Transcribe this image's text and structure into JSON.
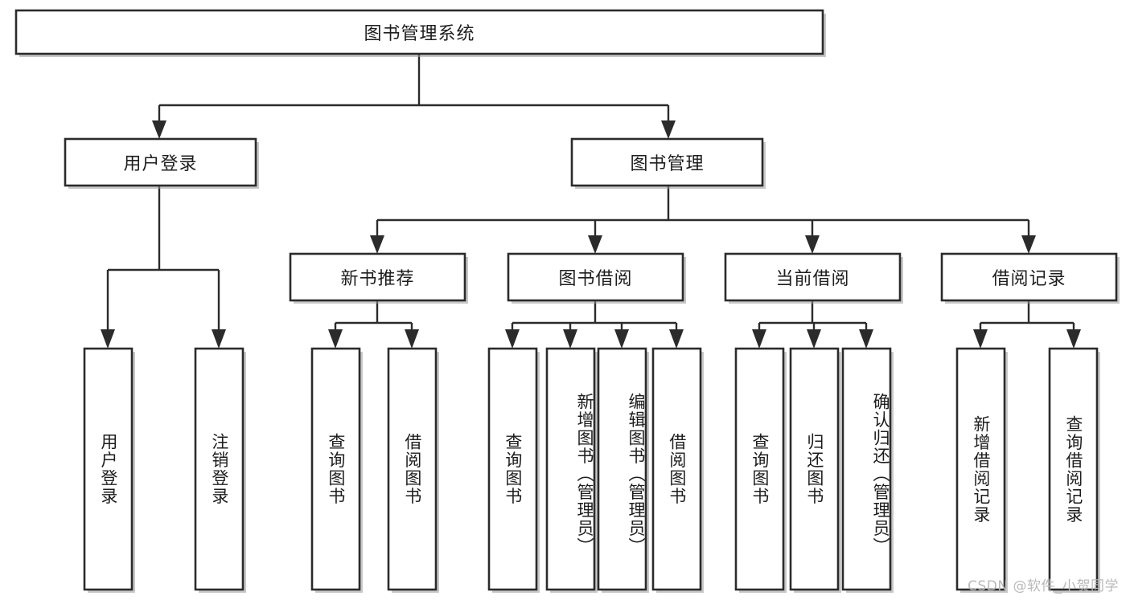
{
  "diagram": {
    "type": "tree-flowchart",
    "title": "图书管理系统",
    "watermark": "CSDN @软件_小贺同学",
    "colors": {
      "box_fill": "#ffffff",
      "box_stroke": "#2b2b2b",
      "text": "#1d1d1d",
      "watermark": "#b9b9b9",
      "background": "#ffffff"
    },
    "levels": {
      "root": "图书管理系统",
      "level2": [
        "用户登录",
        "图书管理"
      ],
      "level3": [
        "新书推荐",
        "图书借阅",
        "当前借阅",
        "借阅记录"
      ],
      "level4": [
        "用户登录",
        "注销登录",
        "查询图书",
        "借阅图书",
        "查询图书",
        "新增图书（管理员）",
        "编辑图书（管理员）",
        "借阅图书",
        "查询图书",
        "归还图书",
        "确认归还（管理员）",
        "新增借阅记录",
        "查询借阅记录"
      ]
    },
    "nodes": {
      "root": {
        "label": "图书管理系统"
      },
      "user_login": {
        "label": "用户登录"
      },
      "book_manage": {
        "label": "图书管理"
      },
      "new_book_rec": {
        "label": "新书推荐"
      },
      "book_borrow": {
        "label": "图书借阅"
      },
      "current_borrow": {
        "label": "当前借阅"
      },
      "borrow_record": {
        "label": "借阅记录"
      },
      "leaf_user_login": {
        "label": "用户登录"
      },
      "leaf_logout": {
        "label": "注销登录"
      },
      "leaf_query_book_1": {
        "label": "查询图书"
      },
      "leaf_borrow_book_1": {
        "label": "借阅图书"
      },
      "leaf_query_book_2": {
        "label": "查询图书"
      },
      "leaf_add_book": {
        "label": "新增图书（管理员）"
      },
      "leaf_edit_book": {
        "label": "编辑图书（管理员）"
      },
      "leaf_borrow_book_2": {
        "label": "借阅图书"
      },
      "leaf_query_book_3": {
        "label": "查询图书"
      },
      "leaf_return_book": {
        "label": "归还图书"
      },
      "leaf_confirm_return": {
        "label": "确认归还（管理员）"
      },
      "leaf_add_record": {
        "label": "新增借阅记录"
      },
      "leaf_query_record": {
        "label": "查询借阅记录"
      }
    },
    "edges": [
      {
        "from": "root",
        "to": "user_login"
      },
      {
        "from": "root",
        "to": "book_manage"
      },
      {
        "from": "user_login",
        "to": "leaf_user_login"
      },
      {
        "from": "user_login",
        "to": "leaf_logout"
      },
      {
        "from": "book_manage",
        "to": "new_book_rec"
      },
      {
        "from": "book_manage",
        "to": "book_borrow"
      },
      {
        "from": "book_manage",
        "to": "current_borrow"
      },
      {
        "from": "book_manage",
        "to": "borrow_record"
      },
      {
        "from": "new_book_rec",
        "to": "leaf_query_book_1"
      },
      {
        "from": "new_book_rec",
        "to": "leaf_borrow_book_1"
      },
      {
        "from": "book_borrow",
        "to": "leaf_query_book_2"
      },
      {
        "from": "book_borrow",
        "to": "leaf_add_book"
      },
      {
        "from": "book_borrow",
        "to": "leaf_edit_book"
      },
      {
        "from": "book_borrow",
        "to": "leaf_borrow_book_2"
      },
      {
        "from": "current_borrow",
        "to": "leaf_query_book_3"
      },
      {
        "from": "current_borrow",
        "to": "leaf_return_book"
      },
      {
        "from": "current_borrow",
        "to": "leaf_confirm_return"
      },
      {
        "from": "borrow_record",
        "to": "leaf_add_record"
      },
      {
        "from": "borrow_record",
        "to": "leaf_query_record"
      }
    ]
  }
}
